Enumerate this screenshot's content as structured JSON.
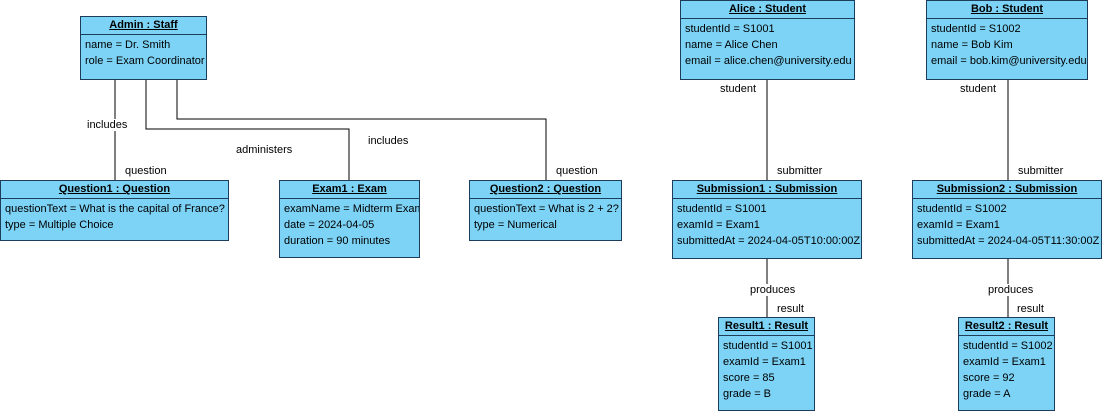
{
  "objects": {
    "admin": {
      "title": "Admin : Staff",
      "attrs": [
        "name = Dr. Smith",
        "role = Exam Coordinator"
      ]
    },
    "question1": {
      "title": "Question1 : Question",
      "attrs": [
        "questionText = What is the capital of France?",
        "type = Multiple Choice"
      ]
    },
    "exam1": {
      "title": "Exam1 : Exam",
      "attrs": [
        "examName = Midterm Exam",
        "date = 2024-04-05",
        "duration = 90 minutes"
      ]
    },
    "question2": {
      "title": "Question2 : Question",
      "attrs": [
        "questionText = What is 2 + 2?",
        "type = Numerical"
      ]
    },
    "alice": {
      "title": "Alice : Student",
      "attrs": [
        "studentId = S1001",
        "name = Alice Chen",
        "email = alice.chen@university.edu"
      ]
    },
    "bob": {
      "title": "Bob : Student",
      "attrs": [
        "studentId = S1002",
        "name = Bob Kim",
        "email = bob.kim@university.edu"
      ]
    },
    "submission1": {
      "title": "Submission1 : Submission",
      "attrs": [
        "studentId = S1001",
        "examId = Exam1",
        "submittedAt = 2024-04-05T10:00:00Z"
      ]
    },
    "submission2": {
      "title": "Submission2 : Submission",
      "attrs": [
        "studentId = S1002",
        "examId = Exam1",
        "submittedAt = 2024-04-05T11:30:00Z"
      ]
    },
    "result1": {
      "title": "Result1 : Result",
      "attrs": [
        "studentId = S1001",
        "examId = Exam1",
        "score = 85",
        "grade = B"
      ]
    },
    "result2": {
      "title": "Result2 : Result",
      "attrs": [
        "studentId = S1002",
        "examId = Exam1",
        "score = 92",
        "grade = A"
      ]
    }
  },
  "labels": {
    "includes_1": "includes",
    "question_1": "question",
    "administers": "administers",
    "includes_2": "includes",
    "question_2": "question",
    "student_1": "student",
    "submitter_1": "submitter",
    "student_2": "student",
    "submitter_2": "submitter",
    "produces_1": "produces",
    "result_1": "result",
    "produces_2": "produces",
    "result_2": "result"
  }
}
